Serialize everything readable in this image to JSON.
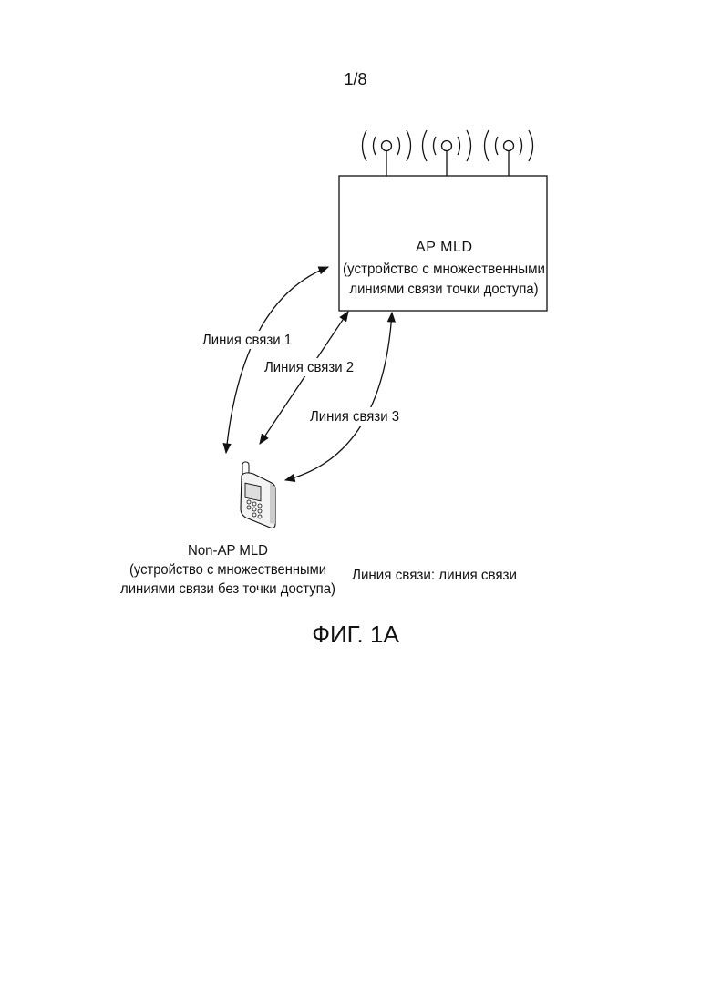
{
  "page_number": "1/8",
  "ap": {
    "title": "AP MLD",
    "line1": "(устройство с множественными",
    "line2": "линиями связи точки доступа)"
  },
  "links": [
    {
      "label": "Линия связи 1"
    },
    {
      "label": "Линия связи 2"
    },
    {
      "label": "Линия связи 3"
    }
  ],
  "non_ap": {
    "title": "Non-AP MLD",
    "line1": "(устройство с множественными",
    "line2": "линиями связи без точки доступа)"
  },
  "legend": "Линия связи: линия связи",
  "figure_caption": "ФИГ. 1А"
}
